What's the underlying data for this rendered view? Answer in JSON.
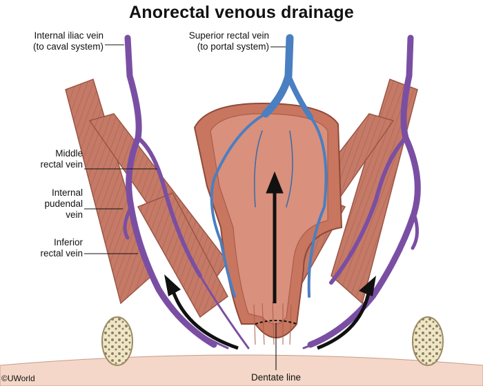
{
  "title": "Anorectal venous drainage",
  "labels": {
    "internal_iliac": [
      "Internal iliac vein",
      "(to caval system)"
    ],
    "superior_rectal": [
      "Superior rectal vein",
      "(to portal system)"
    ],
    "middle_rectal": [
      "Middle",
      "rectal vein"
    ],
    "internal_pudendal": [
      "Internal",
      "pudendal",
      "vein"
    ],
    "inferior_rectal": [
      "Inferior",
      "rectal vein"
    ],
    "dentate_line": "Dentate line"
  },
  "copyright": "©UWorld",
  "colors": {
    "portal_vein": "#4a7fc1",
    "systemic_vein": "#7a4fa3",
    "muscle": "#c9826f",
    "mucosa": "#d89483",
    "bone": "#efe6c6"
  }
}
